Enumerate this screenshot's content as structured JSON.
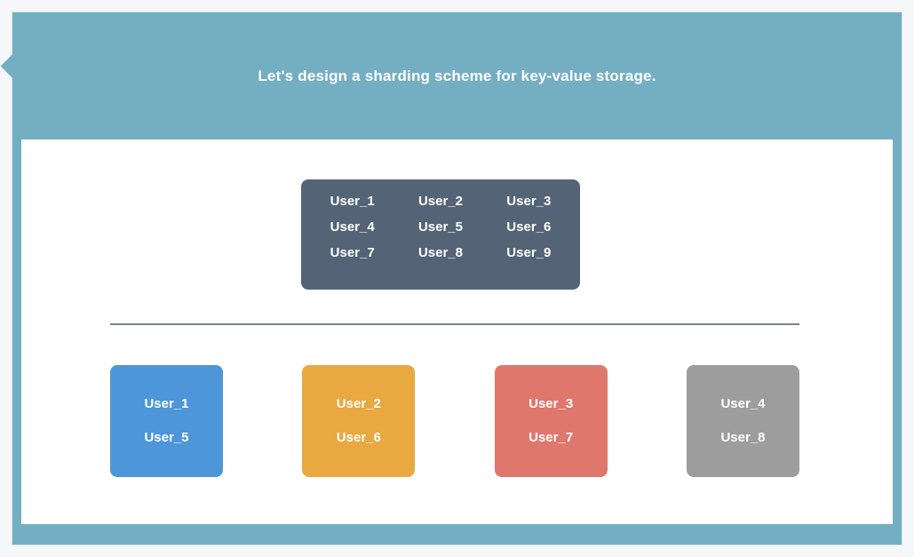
{
  "page": {
    "background": "#f6f7f8"
  },
  "speech_bubble": {
    "title": "Let's design a sharding scheme for key-value storage.",
    "background": "#74aec3",
    "text_color": "#ffffff"
  },
  "diagram": {
    "user_pool": {
      "background": "#556377",
      "users": [
        "User_1",
        "User_2",
        "User_3",
        "User_4",
        "User_5",
        "User_6",
        "User_7",
        "User_8",
        "User_9"
      ]
    },
    "divider_color": "#76839b",
    "shards": [
      {
        "color": "#4d96d9",
        "users": [
          "User_1",
          "User_5"
        ]
      },
      {
        "color": "#e9a840",
        "users": [
          "User_2",
          "User_6"
        ]
      },
      {
        "color": "#e0776c",
        "users": [
          "User_3",
          "User_7"
        ]
      },
      {
        "color": "#9d9d9d",
        "users": [
          "User_4",
          "User_8"
        ]
      }
    ]
  }
}
